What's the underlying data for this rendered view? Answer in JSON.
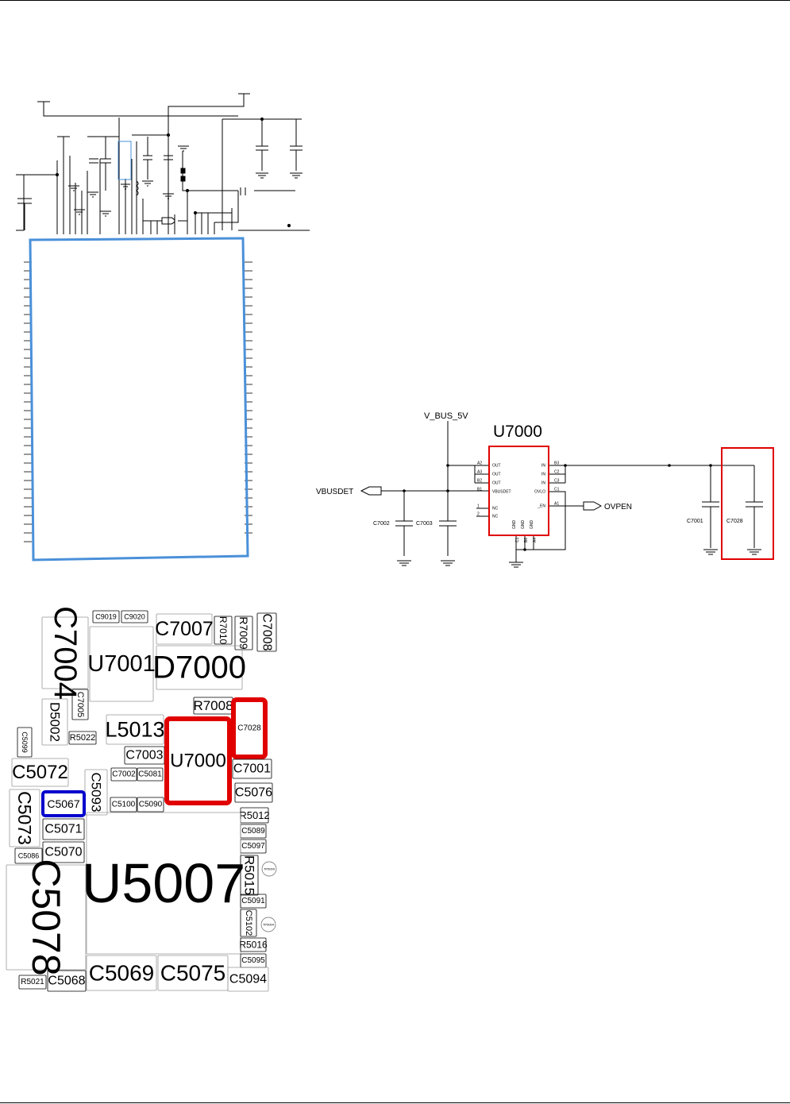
{
  "schematic_top": {
    "highlight_color": "#4a90d9"
  },
  "schematic_u7000": {
    "net_vbus": "V_BUS_5V",
    "chip_ref": "U7000",
    "net_vbusdet": "VBUSDET",
    "net_ovpen": "OVPEN",
    "highlight_color": "#e00000",
    "left_pins": [
      {
        "num": "A2",
        "name": "OUT"
      },
      {
        "num": "A3",
        "name": "OUT"
      },
      {
        "num": "B2",
        "name": "OUT"
      },
      {
        "num": "B1",
        "name": "VBUSDET"
      },
      {
        "num": "1",
        "name": "NC"
      },
      {
        "num": "2",
        "name": "NC"
      }
    ],
    "right_pins": [
      {
        "num": "B3",
        "name": "IN"
      },
      {
        "num": "C2",
        "name": "IN"
      },
      {
        "num": "C3",
        "name": "IN"
      },
      {
        "num": "C1",
        "name": "OVLO"
      },
      {
        "num": "A1",
        "name": "_EN"
      }
    ],
    "bottom_pins": [
      {
        "num": "C1",
        "name": "GND"
      },
      {
        "num": "B6",
        "name": "GND"
      },
      {
        "num": "A4",
        "name": "GND"
      }
    ],
    "caps": [
      "C7002",
      "C7003",
      "C7001",
      "C7028"
    ]
  },
  "layout": {
    "red_color": "#e00000",
    "blue_color": "#0000cc",
    "components": [
      "C9019",
      "C9020",
      "C7007",
      "R7010",
      "R7009",
      "C7008",
      "C7004",
      "U7001",
      "D7000",
      "C7005",
      "D5002",
      "R5022",
      "R7008",
      "L5013",
      "C7028",
      "C5099",
      "C7003",
      "U7000",
      "C5072",
      "C7002",
      "C5081",
      "C5093",
      "C7001",
      "C5076",
      "C5073",
      "C5067",
      "C5100",
      "C5090",
      "R5012",
      "C5071",
      "C5089",
      "C5097",
      "C5086",
      "C5070",
      "U5007",
      "R5015",
      "C5078",
      "TP5009",
      "C5091",
      "C5102",
      "TP5004",
      "R5016",
      "C5095",
      "R5021",
      "C5068",
      "C5069",
      "C5075",
      "C5094"
    ]
  }
}
